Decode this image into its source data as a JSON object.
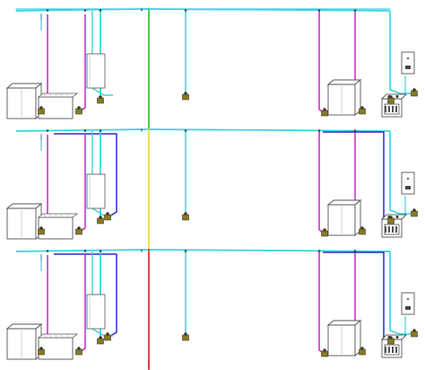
{
  "colors": {
    "background": "#ffffff",
    "cyan_pipe": "#33d6e0",
    "magenta_pipe": "#cc33cc",
    "blue_pipe": "#2a2acc",
    "riser_green": "#33cc33",
    "riser_yellow": "#e6e633",
    "riser_red": "#e03333",
    "fixture_outline": "#555555",
    "valve_body": "#8a7a1a",
    "valve_dark": "#3a3a3a"
  },
  "floors": [
    {
      "id": "floor-1",
      "riser_color": "riser_green",
      "has_top_fixture_right": true
    },
    {
      "id": "floor-2",
      "riser_color": "riser_yellow",
      "has_top_fixture_right": true
    },
    {
      "id": "floor-3",
      "riser_color": "riser_red",
      "has_top_fixture_right": true
    }
  ]
}
